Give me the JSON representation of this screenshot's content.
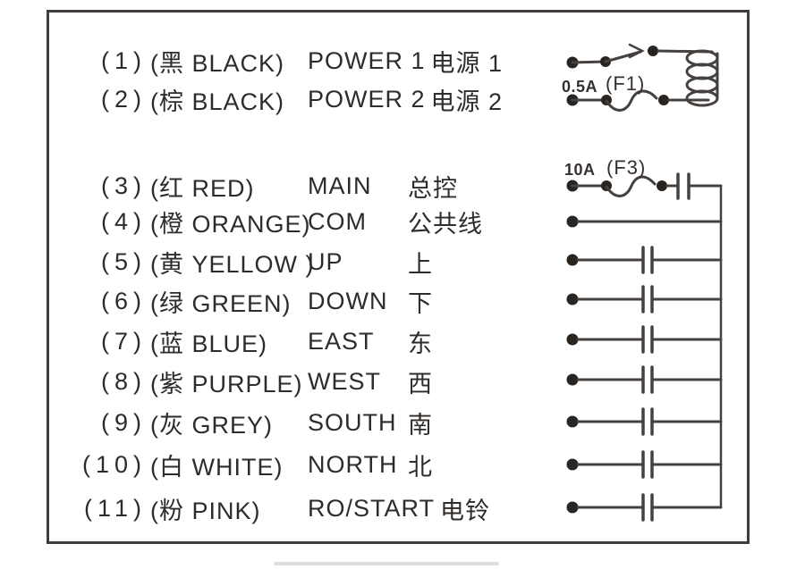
{
  "diagram": {
    "rows": [
      {
        "num": "(1)",
        "color": "(黑 BLACK)",
        "en": "POWER 1",
        "zh": "电源 1"
      },
      {
        "num": "(2)",
        "color": "(棕 BLACK)",
        "en": "POWER 2",
        "zh": "电源 2"
      },
      {
        "num": "(3)",
        "color": "(红 RED)",
        "en": "MAIN",
        "zh": "总控"
      },
      {
        "num": "(4)",
        "color": "(橙 ORANGE)",
        "en": "COM",
        "zh": "公共线"
      },
      {
        "num": "(5)",
        "color": "(黄 YELLOW )",
        "en": "UP",
        "zh": "上"
      },
      {
        "num": "(6)",
        "color": "(绿 GREEN)",
        "en": "DOWN",
        "zh": "下"
      },
      {
        "num": "(7)",
        "color": "(蓝 BLUE)",
        "en": "EAST",
        "zh": "东"
      },
      {
        "num": "(8)",
        "color": "(紫 PURPLE)",
        "en": "WEST",
        "zh": "西"
      },
      {
        "num": "(9)",
        "color": "(灰 GREY)",
        "en": "SOUTH",
        "zh": "南"
      },
      {
        "num": "(10)",
        "color": "(白 WHITE)",
        "en": "NORTH",
        "zh": "北"
      },
      {
        "num": "(11)",
        "color": "(粉 PINK)",
        "en": "RO/START",
        "zh": "电铃"
      }
    ],
    "fuses": {
      "f1_rating": "0.5A",
      "f1_name": "(F1)",
      "f3_rating": "10A",
      "f3_name": "(F3)"
    },
    "colors": {
      "ink": "#2f2b29",
      "line": "#46403e",
      "dot": "#29241f",
      "frame": "#413c3a"
    }
  }
}
